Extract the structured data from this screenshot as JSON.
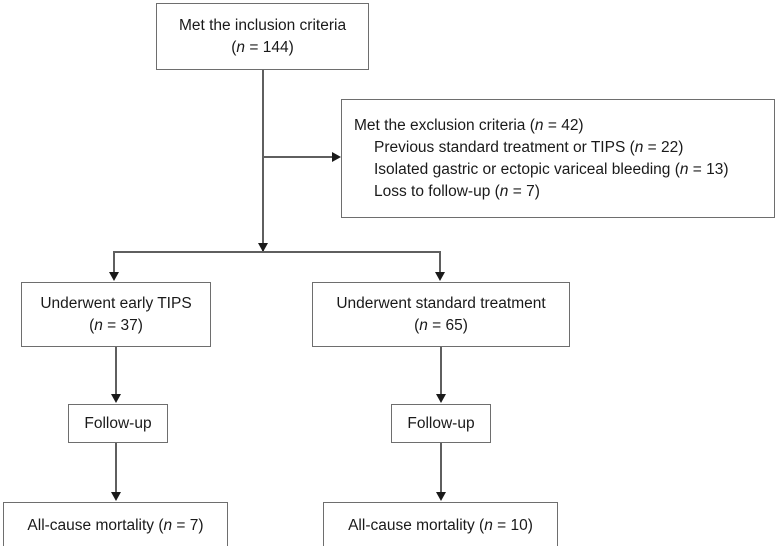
{
  "diagram": {
    "type": "study-flow-diagram",
    "line_color": "#5f5f5f",
    "box_border_color": "#6e6e6e",
    "background": "#ffffff",
    "text_color": "#1a1a1a"
  },
  "nodes": {
    "inclusion": {
      "line1": "Met the inclusion criteria",
      "line2_pre": "(",
      "line2_var": "n",
      "line2_post": " = 144)"
    },
    "exclusion": {
      "line1_pre": "Met the exclusion criteria (",
      "line1_var": "n",
      "line1_post": " = 42)",
      "line2_pre": "Previous standard treatment or TIPS (",
      "line2_var": "n",
      "line2_post": " = 22)",
      "line3_pre": "Isolated gastric or ectopic variceal bleeding (",
      "line3_var": "n",
      "line3_post": " = 13)",
      "line4_pre": "Loss to follow-up (",
      "line4_var": "n",
      "line4_post": " = 7)"
    },
    "early_tips": {
      "line1": "Underwent early TIPS",
      "line2_pre": "(",
      "line2_var": "n",
      "line2_post": " = 37)"
    },
    "standard_treatment": {
      "line1": "Underwent standard treatment",
      "line2_pre": "(",
      "line2_var": "n",
      "line2_post": " = 65)"
    },
    "followup_left": {
      "label": "Follow-up"
    },
    "followup_right": {
      "label": "Follow-up"
    },
    "mortality_left": {
      "line1_pre": "All-cause mortality (",
      "line1_var": "n",
      "line1_post": " = 7)"
    },
    "mortality_right": {
      "line1_pre": "All-cause mortality (",
      "line1_var": "n",
      "line1_post": " = 10)"
    }
  },
  "counts": {
    "included": 144,
    "excluded_total": 42,
    "excluded_previous_treatment_or_tips": 22,
    "excluded_isolated_gastric_or_ectopic": 13,
    "excluded_loss_to_followup": 7,
    "early_tips": 37,
    "standard_treatment": 65,
    "mortality_early_tips": 7,
    "mortality_standard_treatment": 10
  }
}
